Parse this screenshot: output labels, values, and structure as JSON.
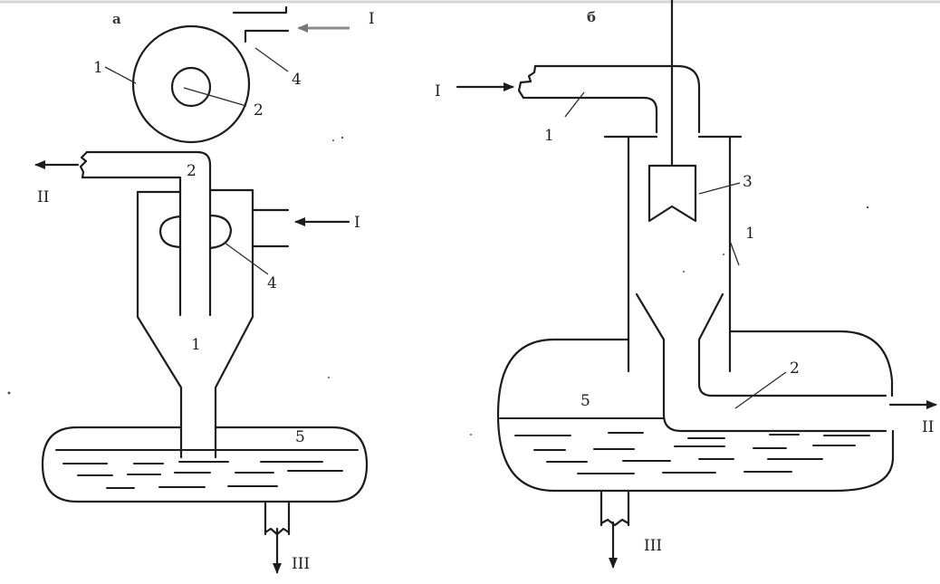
{
  "diagram_a": {
    "panel_letter": "а",
    "labels": {
      "body": "1",
      "pipe": "2",
      "inlet_nozzle": "4",
      "sump": "5",
      "pipe_upper": "2",
      "body_upper": "1",
      "nozzle_upper": "4"
    },
    "flows": {
      "inlet_top": "I",
      "inlet_side": "I",
      "outlet": "II",
      "drain": "III"
    }
  },
  "diagram_b": {
    "panel_letter": "б",
    "labels": {
      "inlet_pipe": "1",
      "body": "1",
      "pipe": "2",
      "cone_insert": "3",
      "sump": "5"
    },
    "flows": {
      "inlet": "I",
      "outlet": "II",
      "drain": "III"
    }
  }
}
